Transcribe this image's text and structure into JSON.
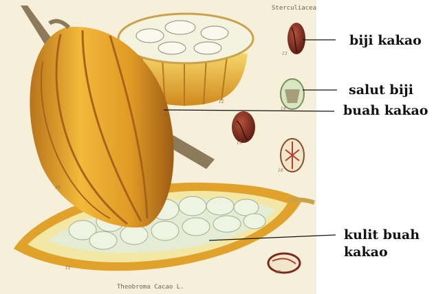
{
  "header": {
    "family_text": "Sterculiaceae."
  },
  "caption": {
    "species_text": "Theobroma Cacao L."
  },
  "labels": {
    "biji_kakao": "biji kakao",
    "salut_biji": "salut biji",
    "buah_kakao": "buah kakao",
    "kulit_buah_line1": "kulit buah",
    "kulit_buah_line2": "kakao"
  },
  "colors": {
    "background": "#ffffff",
    "paper": "#f6efd9",
    "pod_gold": "#e3a52a",
    "pod_dark": "#b8741a",
    "pulp": "#e4ecd5",
    "seed_brown": "#7a2a1c",
    "stem": "#8c7a5a",
    "leader_line": "#111111"
  }
}
